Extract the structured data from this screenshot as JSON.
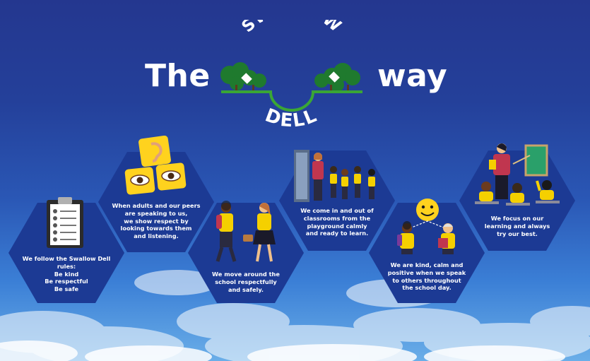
{
  "title": {
    "left_word": "The",
    "right_word": "way",
    "logo_top": "SWALLOW",
    "logo_bottom": "DELL"
  },
  "hexagons": [
    {
      "id": "rules",
      "lines": [
        "We follow the Swallow Dell rules:",
        "Be kind",
        "Be respectful",
        "Be safe"
      ],
      "illustration": "clipboard-checklist-icon"
    },
    {
      "id": "respect",
      "lines": [
        "When adults and our peers",
        "are speaking to us,",
        "we show respect by",
        "looking towards them",
        "and listening."
      ],
      "illustration": "ear-and-eyes-icons"
    },
    {
      "id": "moving",
      "lines": [
        "We move around the",
        "school respectfully",
        "and safely."
      ],
      "illustration": "walking-pupils"
    },
    {
      "id": "classrooms",
      "lines": [
        "We come in and out of",
        "classrooms from the",
        "playground calmly",
        "and ready to learn."
      ],
      "illustration": "pupils-entering-classroom"
    },
    {
      "id": "kindness",
      "lines": [
        "We are kind, calm and",
        "positive when we speak",
        "to others throughout",
        "the school day."
      ],
      "illustration": "smiley-face-pupils"
    },
    {
      "id": "learning",
      "lines": [
        "We focus on our",
        "learning and always",
        "try our best."
      ],
      "illustration": "teacher-at-board"
    }
  ],
  "colors": {
    "background_top": "#24378f",
    "background_bottom": "#6aaee8",
    "hexagon": "#1c3a94",
    "logo_green": "#3aa635",
    "tree_green": "#1f7a2e",
    "uniform_yellow": "#f5d000",
    "icon_yellow": "#ffd21e"
  }
}
